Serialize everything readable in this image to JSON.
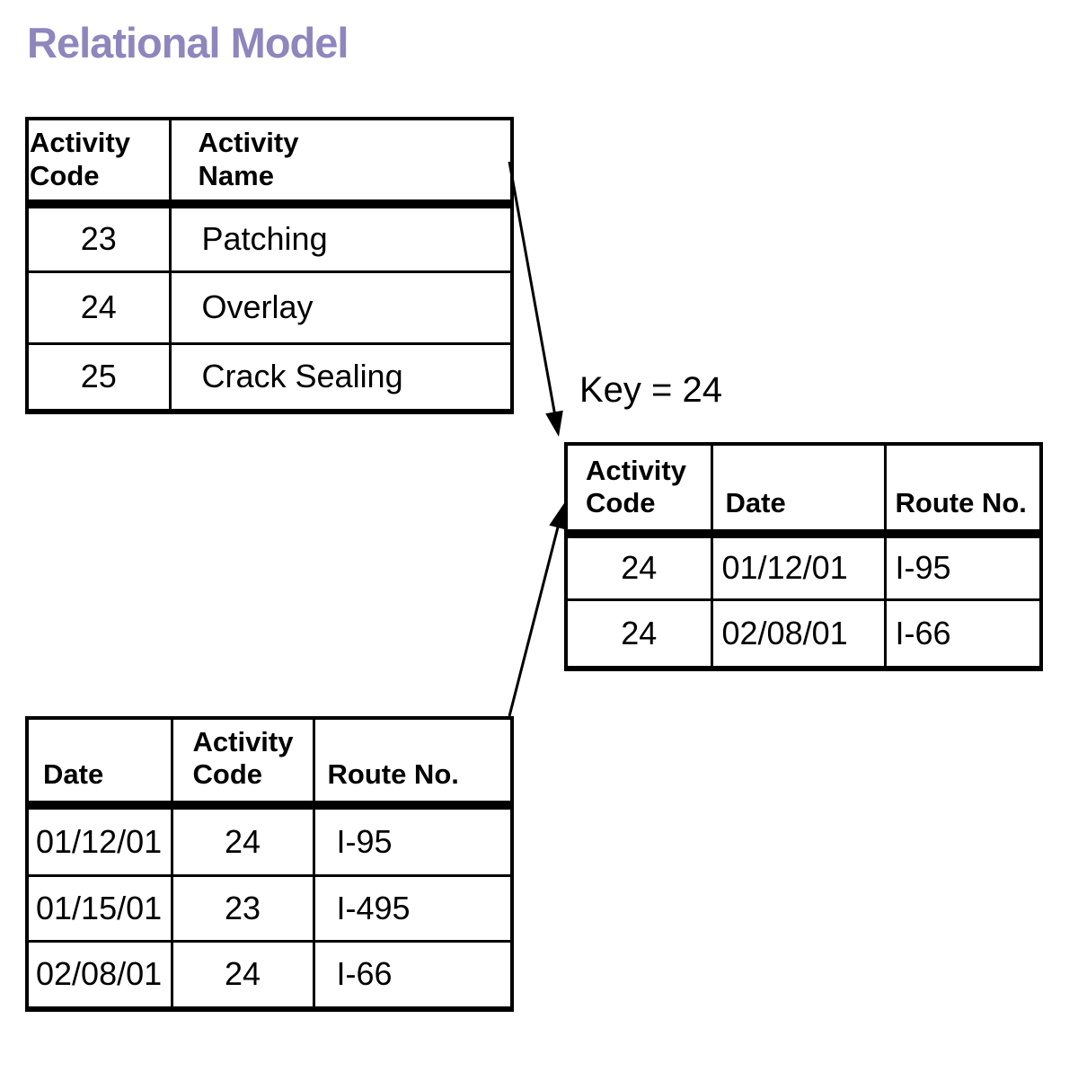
{
  "title": {
    "text": "Relational Model",
    "color": "#8f86bd"
  },
  "annotations": {
    "key_label": "Key = 24"
  },
  "tables": {
    "activity_names": {
      "headers": [
        {
          "lines": [
            "Activity",
            "Code"
          ]
        },
        {
          "lines": [
            "Activity",
            "Name"
          ]
        }
      ],
      "rows": [
        [
          "23",
          "Patching"
        ],
        [
          "24",
          "Overlay"
        ],
        [
          "25",
          "Crack Sealing"
        ]
      ]
    },
    "selected_log": {
      "headers": [
        {
          "lines": [
            "Activity",
            "Code"
          ]
        },
        {
          "lines": [
            "Date"
          ]
        },
        {
          "lines": [
            "Route No."
          ]
        }
      ],
      "rows": [
        [
          "24",
          "01/12/01",
          "I-95"
        ],
        [
          "24",
          "02/08/01",
          "I-66"
        ]
      ]
    },
    "date_log": {
      "headers": [
        {
          "lines": [
            "Date"
          ]
        },
        {
          "lines": [
            "Activity",
            "Code"
          ]
        },
        {
          "lines": [
            "Route No."
          ]
        }
      ],
      "rows": [
        [
          "01/12/01",
          "24",
          "I-95"
        ],
        [
          "01/15/01",
          "23",
          "I-495"
        ],
        [
          "02/08/01",
          "24",
          "I-66"
        ]
      ]
    }
  },
  "colors": {
    "line": "#000000",
    "background": "#ffffff"
  }
}
